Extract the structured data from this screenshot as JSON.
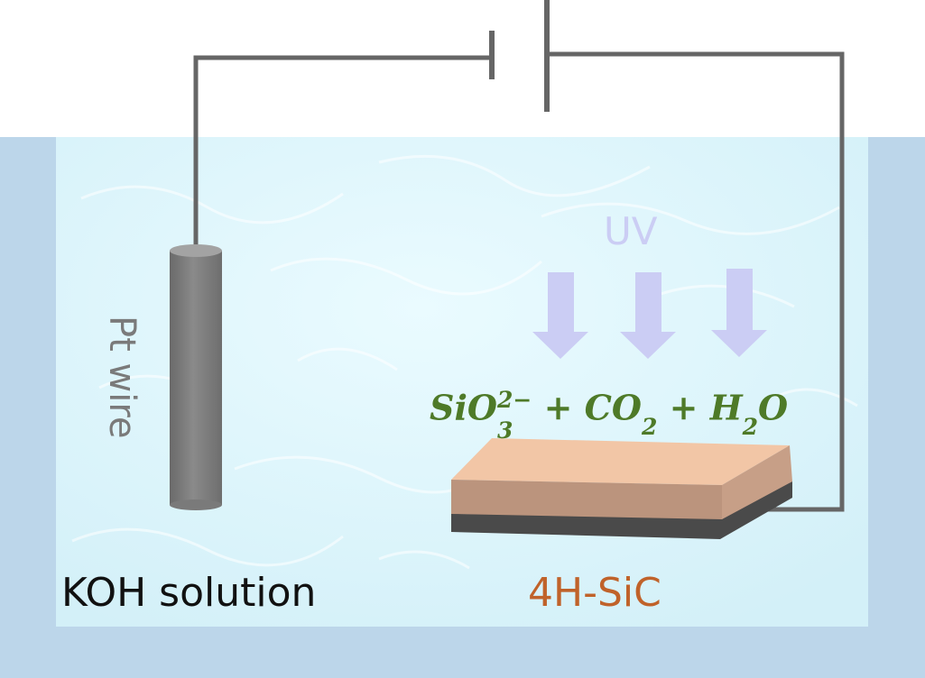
{
  "labels": {
    "electrode": "Pt wire",
    "electrolyte": "KOH solution",
    "sample": "4H-SiC",
    "light": "UV"
  },
  "reaction": {
    "sio": "SiO",
    "sio_sup": "2−",
    "sio_sub": "3",
    "plus1": "+",
    "co": "CO",
    "co_sub": "2",
    "plus2": "+",
    "h": "H",
    "h_sub": "2",
    "o": "O"
  },
  "colors": {
    "tank": "#bcd6ea",
    "water": "#dbf4fb",
    "wire": "#666666",
    "electrode": "#8a8a8a",
    "arrow": "#cbcdf4",
    "sic_top": "#f2c6a6",
    "sic_side": "#bb947d",
    "substrate": "#4a4a4a",
    "reaction_text": "#4e7a28",
    "sic_label": "#c0622a"
  }
}
